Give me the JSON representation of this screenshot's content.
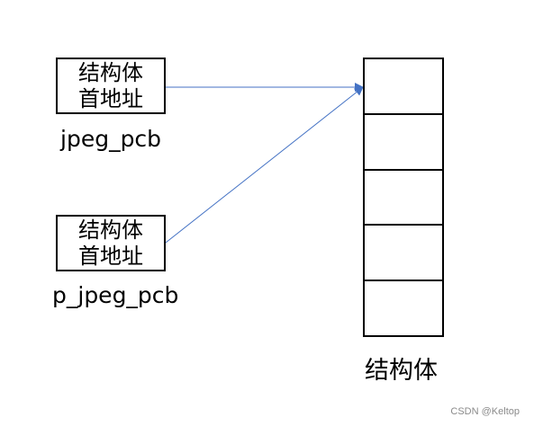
{
  "pointers": [
    {
      "box_line1": "结构体",
      "box_line2": "首地址",
      "caption": "jpeg_pcb"
    },
    {
      "box_line1": "结构体",
      "box_line2": "首地址",
      "caption": "p_jpeg_pcb"
    }
  ],
  "struct": {
    "cell_count": 5,
    "caption": "结构体"
  },
  "colors": {
    "arrow": "#4472c4",
    "border": "#000000"
  },
  "watermark": "CSDN @Keltop"
}
